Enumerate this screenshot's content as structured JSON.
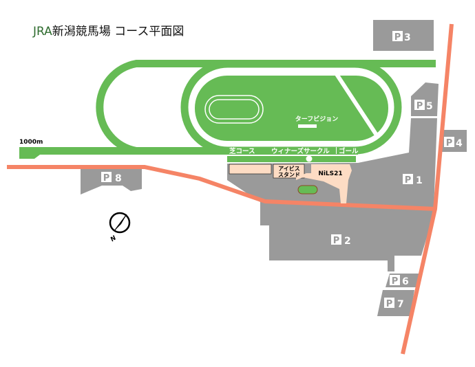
{
  "title": {
    "brand": "JRA",
    "text": "新潟競馬場  コース平面図"
  },
  "colors": {
    "course": "#66bb55",
    "parking": "#9a9a9a",
    "road": "#f58466",
    "building": "#fddcc4",
    "brand": "#2e6b2e"
  },
  "course": {
    "start_label": "1000m",
    "turf_course_label": "芝コース",
    "winners_circle_label": "ウィナーズサークル",
    "goal_label": "ゴール",
    "turf_vision_label": "ターフビジョン"
  },
  "buildings": {
    "ibis_stand_line1": "アイビス",
    "ibis_stand_line2": "スタンド",
    "nils21": "NiLS21"
  },
  "parking": [
    {
      "p": "P",
      "num": "1"
    },
    {
      "p": "P",
      "num": "2"
    },
    {
      "p": "P",
      "num": "3"
    },
    {
      "p": "P",
      "num": "4"
    },
    {
      "p": "P",
      "num": "5"
    },
    {
      "p": "P",
      "num": "6"
    },
    {
      "p": "P",
      "num": "7"
    },
    {
      "p": "P",
      "num": "8"
    }
  ],
  "compass": {
    "label": "N",
    "icon": "north-compass-icon"
  }
}
